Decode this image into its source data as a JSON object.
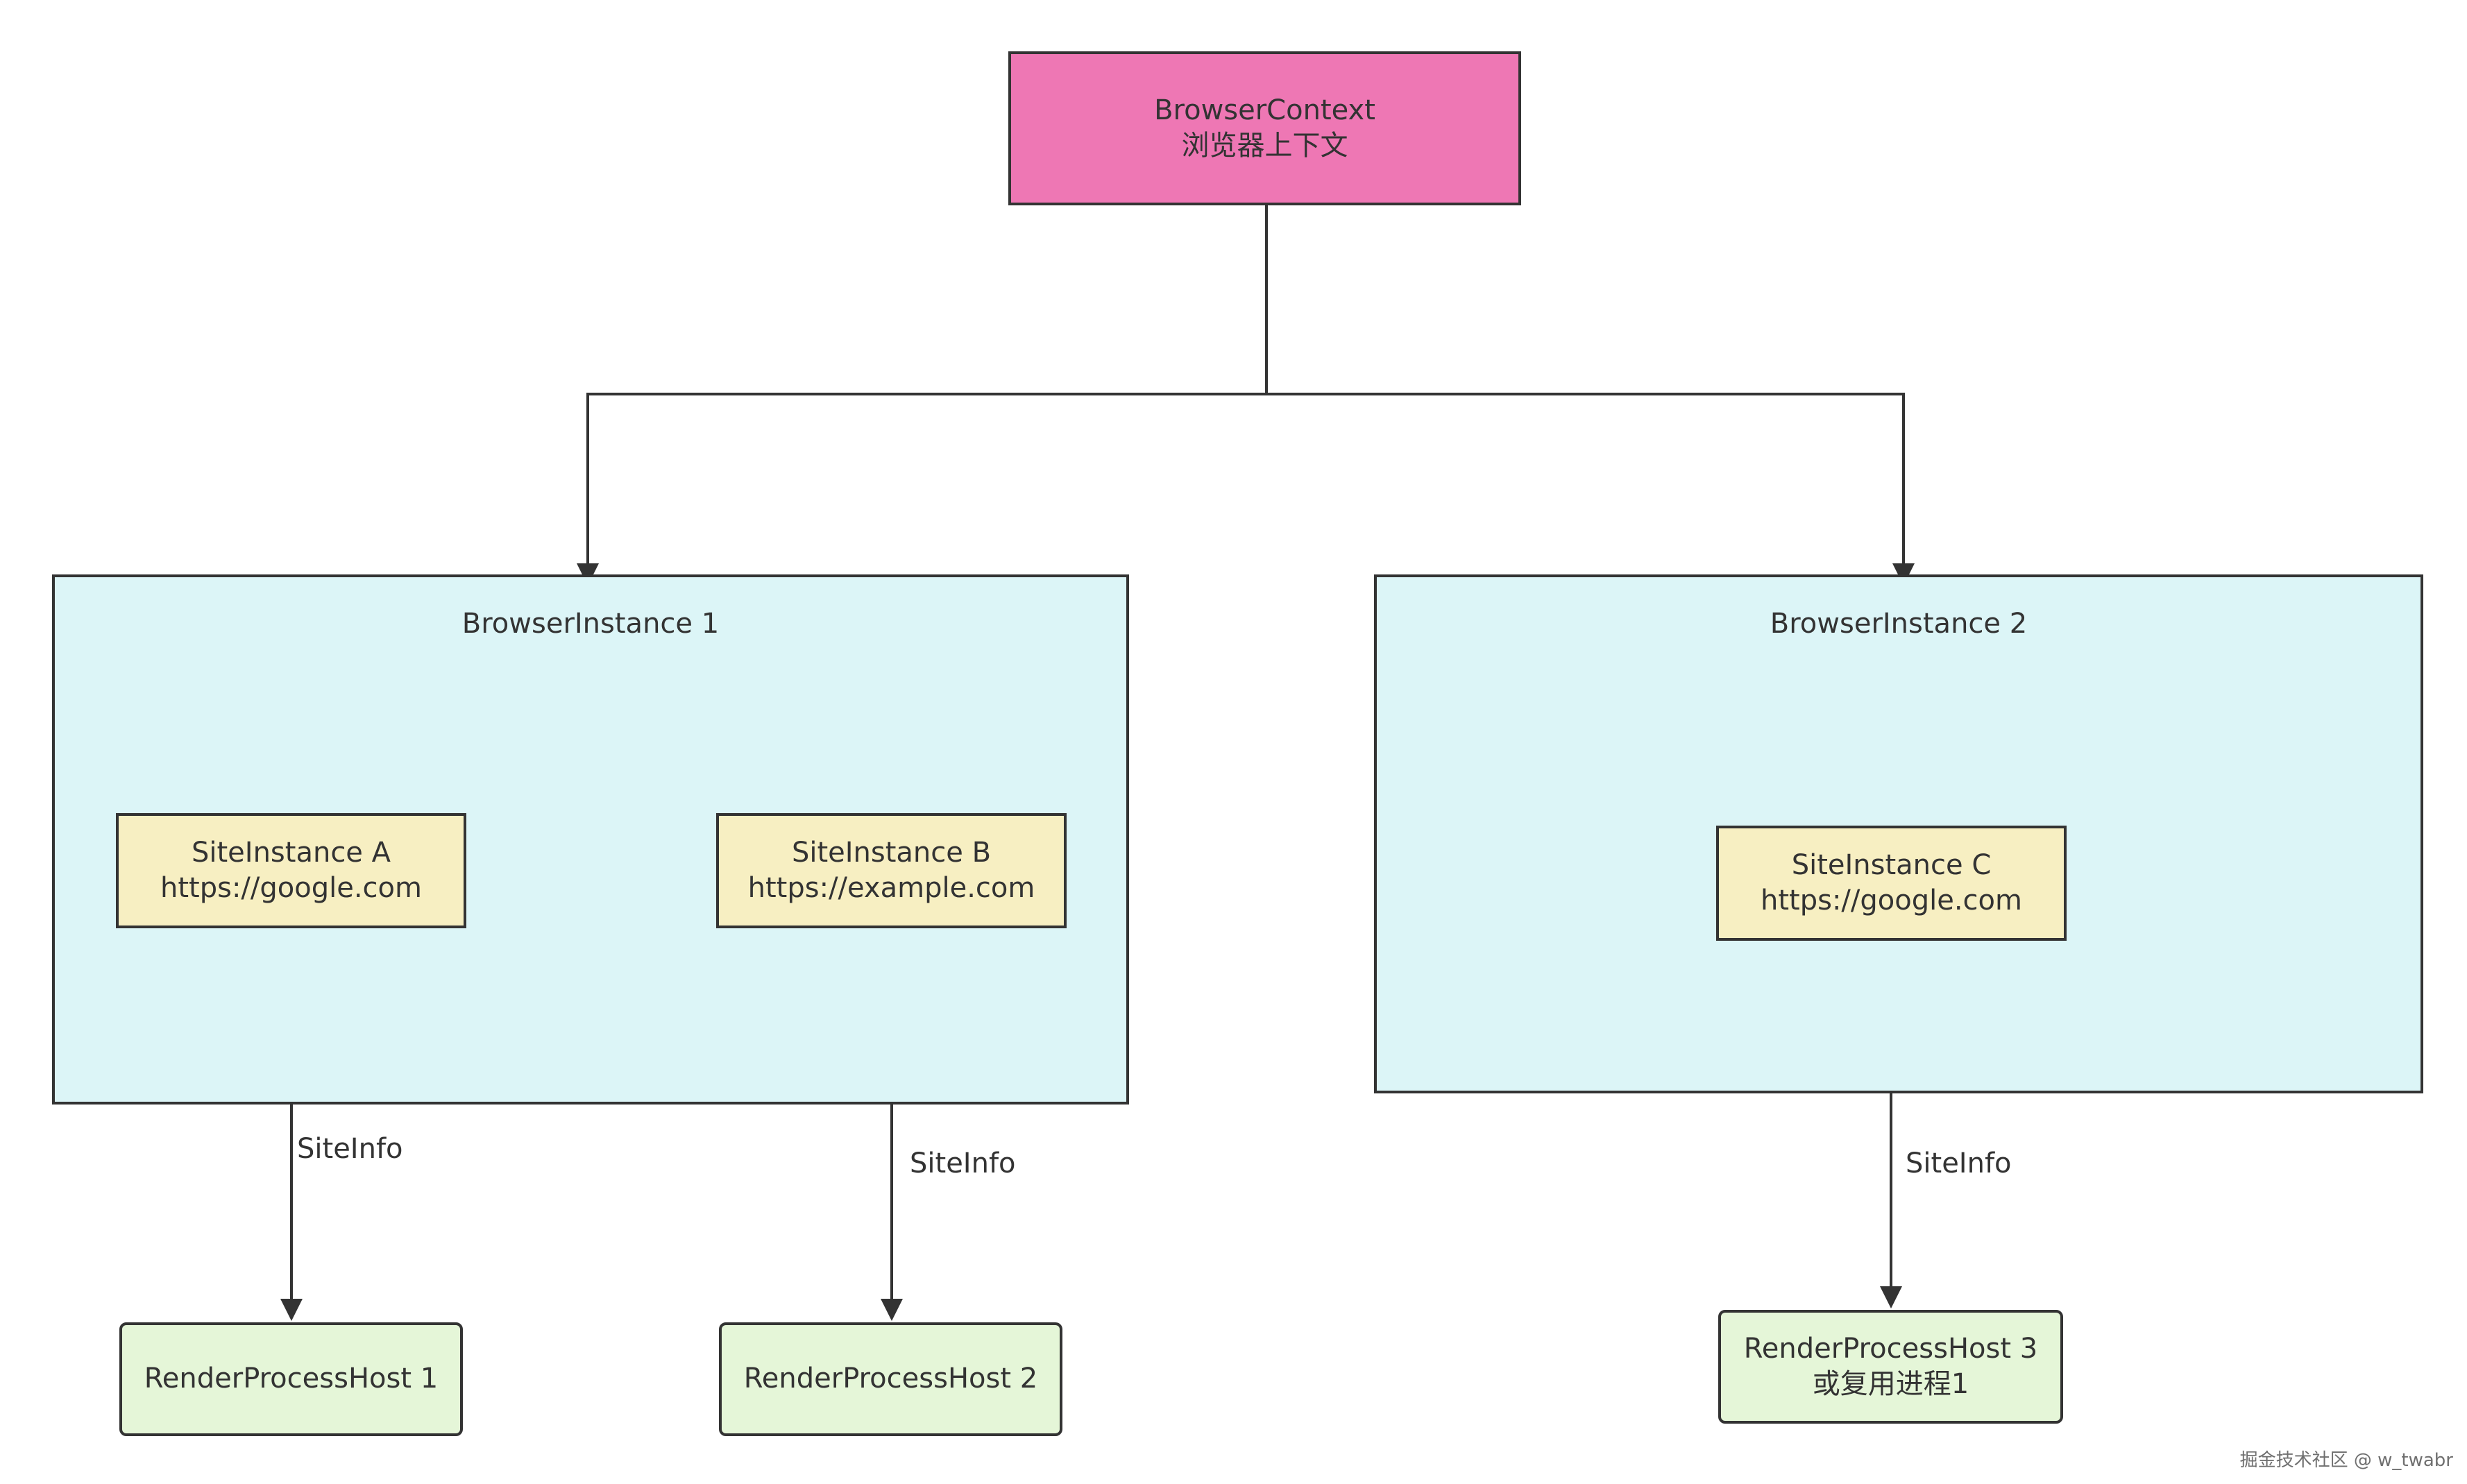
{
  "diagram": {
    "context": {
      "line1": "BrowserContext",
      "line2": "浏览器上下文"
    },
    "instance1": {
      "title": "BrowserInstance 1",
      "siteA": {
        "line1": "SiteInstance A",
        "line2": "https://google.com"
      },
      "siteB": {
        "line1": "SiteInstance B",
        "line2": "https://example.com"
      }
    },
    "instance2": {
      "title": "BrowserInstance 2",
      "siteC": {
        "line1": "SiteInstance C",
        "line2": "https://google.com"
      }
    },
    "edge_labels": {
      "a": "SiteInfo",
      "b": "SiteInfo",
      "c": "SiteInfo"
    },
    "hosts": {
      "rph1": "RenderProcessHost 1",
      "rph2": "RenderProcessHost 2",
      "rph3_line1": "RenderProcessHost 3",
      "rph3_line2": "或复用进程1"
    }
  },
  "watermark": "掘金技术社区 @ w_twabr",
  "colors": {
    "context_fill": "#ee77b4",
    "instance_fill": "#dcf5f7",
    "site_fill": "#f7efc2",
    "host_fill": "#e5f6d8",
    "stroke": "#333333"
  }
}
